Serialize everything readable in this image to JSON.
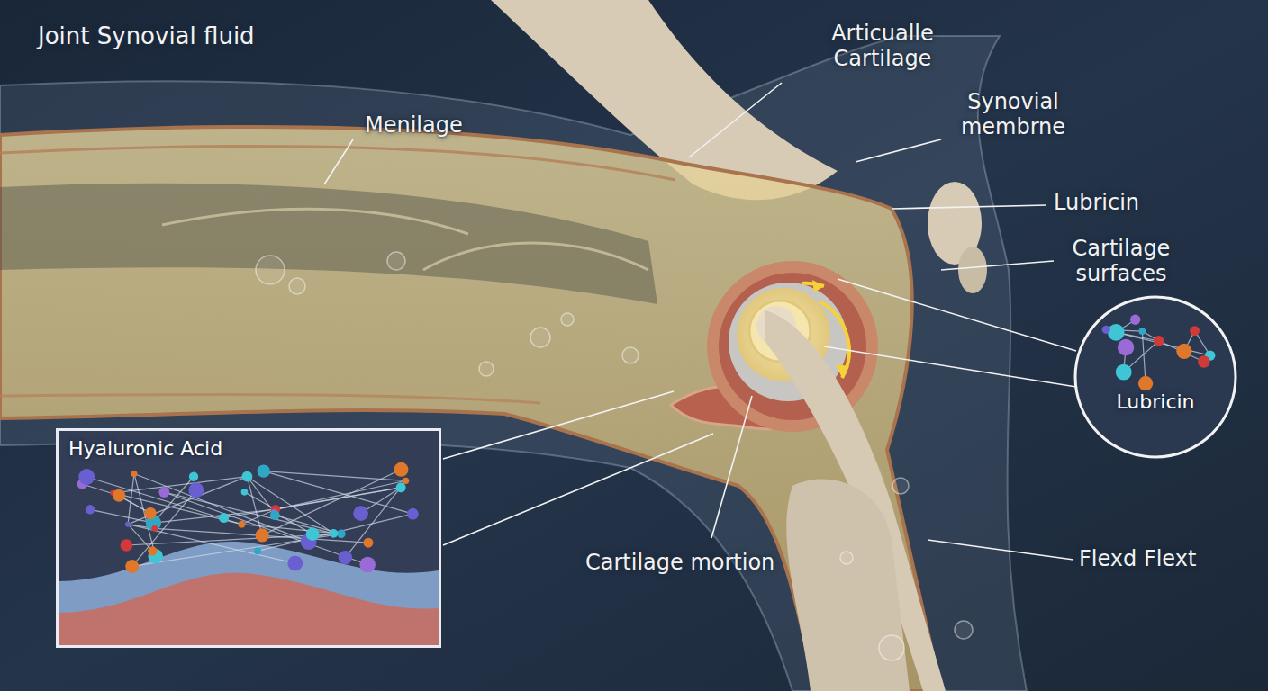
{
  "diagram": {
    "title": "Joint Synovial fluid",
    "nodes": [
      {
        "text": [
          "Hyaluronic Acid"
        ]
      },
      {
        "text": [
          "Lubricin"
        ]
      }
    ],
    "labels": [
      "Menilage",
      "Articualle Cartilage",
      "Synovial membrne",
      "Lubricin",
      "Cartilage surfaces",
      "Cartilage mortion",
      "Flexd Flext"
    ]
  }
}
